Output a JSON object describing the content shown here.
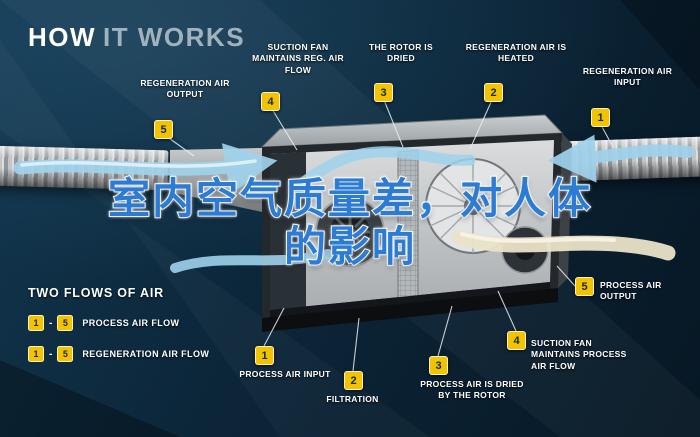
{
  "header": {
    "title_bold": "HOW",
    "title_light": "IT WORKS"
  },
  "overlay": {
    "line1": "室内空气质量差，对人体",
    "line2": "的影响"
  },
  "legend": {
    "heading": "TWO FLOWS OF AIR",
    "separator": "-",
    "rows": [
      {
        "start": "1",
        "end": "5",
        "label": "PROCESS AIR FLOW"
      },
      {
        "start": "1",
        "end": "5",
        "label": "REGENERATION AIR FLOW"
      }
    ]
  },
  "callouts": {
    "top": [
      {
        "num": "5",
        "text": "REGENERATION AIR OUTPUT"
      },
      {
        "num": "4",
        "text": "SUCTION FAN MAINTAINS REG. AIR FLOW"
      },
      {
        "num": "3",
        "text": "THE ROTOR IS DRIED"
      },
      {
        "num": "2",
        "text": "REGENERATION AIR IS HEATED"
      },
      {
        "num": "1",
        "text": "REGENERATION AIR INPUT"
      }
    ],
    "bottom": [
      {
        "num": "1",
        "text": "PROCESS AIR INPUT"
      },
      {
        "num": "2",
        "text": "FILTRATION"
      },
      {
        "num": "3",
        "text": "PROCESS AIR IS DRIED BY THE ROTOR"
      },
      {
        "num": "4",
        "text": "SUCTION FAN MAINTAINS PROCESS AIR FLOW"
      },
      {
        "num": "5",
        "text": "PROCESS AIR OUTPUT"
      }
    ]
  },
  "colors": {
    "background": "#0b2334",
    "badge": "#f2c400",
    "badge_text": "#15293a",
    "label_text": "#ffffff",
    "overlay_blue": "#2d7cd4",
    "overlay_outline": "#ffffff",
    "flow_blue": "#9fd2ec",
    "flow_cream": "#eae3c9"
  }
}
